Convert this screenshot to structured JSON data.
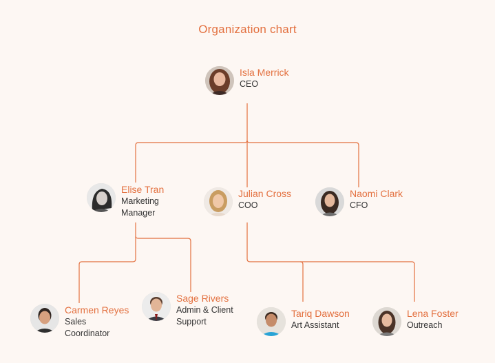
{
  "title": "Organization chart",
  "colors": {
    "accent": "#e3703f",
    "background": "#fdf7f3",
    "text": "#333333"
  },
  "people": {
    "isla": {
      "name": "Isla Merrick",
      "role": "CEO",
      "icon": "avatar-photo"
    },
    "elise": {
      "name": "Elise Tran",
      "role": "Marketing Manager",
      "icon": "avatar-photo"
    },
    "julian": {
      "name": "Julian Cross",
      "role": "COO",
      "icon": "avatar-photo"
    },
    "naomi": {
      "name": "Naomi Clark",
      "role": "CFO",
      "icon": "avatar-photo"
    },
    "carmen": {
      "name": "Carmen Reyes",
      "role": "Sales Coordinator",
      "icon": "avatar-photo"
    },
    "sage": {
      "name": "Sage Rivers",
      "role": "Admin & Client Support",
      "icon": "avatar-photo"
    },
    "tariq": {
      "name": "Tariq Dawson",
      "role": "Art Assistant",
      "icon": "avatar-photo"
    },
    "lena": {
      "name": "Lena Foster",
      "role": "Outreach",
      "icon": "avatar-photo"
    }
  }
}
